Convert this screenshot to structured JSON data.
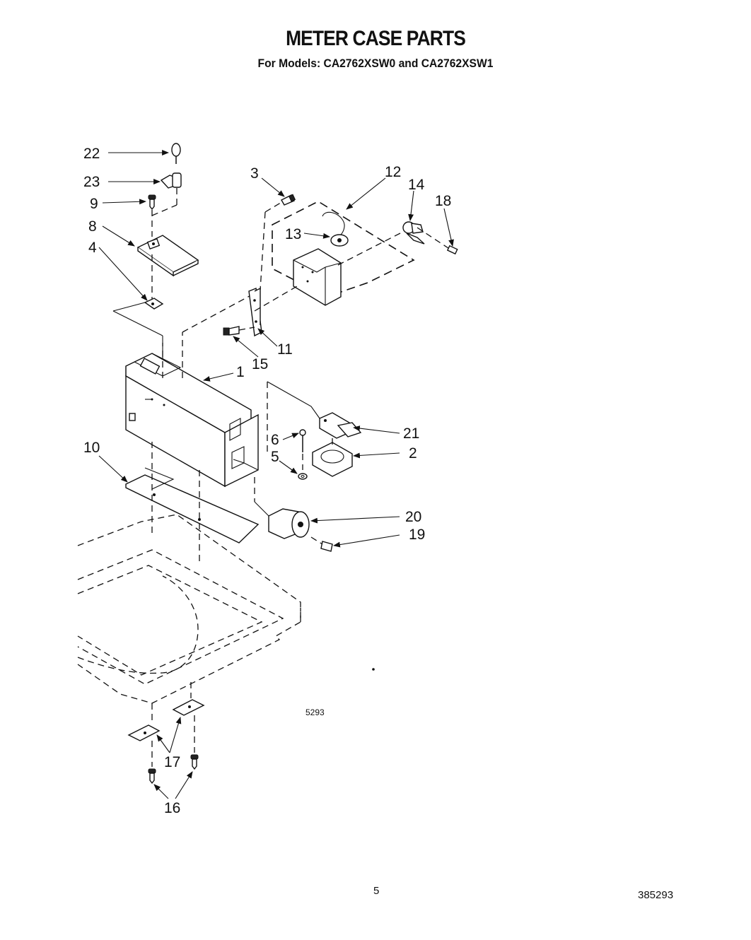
{
  "header": {
    "title": "METER CASE PARTS",
    "subtitle": "For Models: CA2762XSW0 and CA2762XSW1"
  },
  "callouts": {
    "c1": "1",
    "c2": "2",
    "c3": "3",
    "c4": "4",
    "c5": "5",
    "c6": "6",
    "c8": "8",
    "c9": "9",
    "c10": "10",
    "c11": "11",
    "c12": "12",
    "c13": "13",
    "c14": "14",
    "c15": "15",
    "c16": "16",
    "c17": "17",
    "c18": "18",
    "c19": "19",
    "c20": "20",
    "c21": "21",
    "c22": "22",
    "c23": "23"
  },
  "diagram_code": "5293",
  "footer": {
    "page_number": "5",
    "document_number": "385293"
  }
}
